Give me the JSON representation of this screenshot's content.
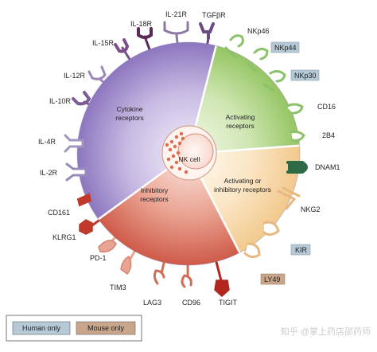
{
  "cell": {
    "label": "NK cell"
  },
  "sectors": {
    "cytokine": [
      "Cytokine",
      "receptors"
    ],
    "activating": [
      "Activating",
      "receptors"
    ],
    "activating_inhibitory": [
      "Activating or",
      "inhibitory receptors"
    ],
    "inhibitory": [
      "Inhibitory",
      "receptors"
    ]
  },
  "receptors": {
    "il18r": "IL-18R",
    "il21r": "IL-21R",
    "tgfbr": "TGFβR",
    "il15r": "IL-15R",
    "il12r": "IL-12R",
    "il10r": "IL-10R",
    "il4r": "IL-4R",
    "il2r": "IL-2R",
    "nkp46": "NKp46",
    "nkp44": "NKp44",
    "nkp30": "NKp30",
    "cd16": "CD16",
    "2b4": "2B4",
    "dnam1": "DNAM1",
    "nkg2": "NKG2",
    "kir": "KIR",
    "ly49": "LY49",
    "cd161": "CD161",
    "klrg1": "KLRG1",
    "pd1": "PD-1",
    "tim3": "TIM3",
    "lag3": "LAG3",
    "cd96": "CD96",
    "tigit": "TIGIT"
  },
  "legend": {
    "human_only": "Human only",
    "mouse_only": "Mouse only"
  },
  "watermark": "知乎 @掌上药店邵药师",
  "colors": {
    "cytokine": "#9b88c8",
    "activating": "#a7d07a",
    "activating_inhibitory": "#f6d6a2",
    "inhibitory": "#d9705f",
    "human_only": "#b5c9d6",
    "mouse_only": "#c9a58b"
  }
}
